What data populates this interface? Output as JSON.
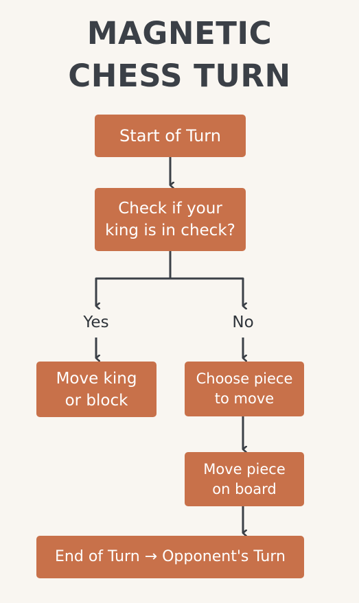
{
  "title": {
    "line1": "MAGNETIC",
    "line2": "CHESS TURN"
  },
  "nodes": {
    "start": "Start of Turn",
    "check": "Check if your\nking is in check?",
    "move_king": "Move king\nor block",
    "choose_piece": "Choose piece\nto move",
    "move_piece": "Move piece\non board",
    "end": "End of Turn → Opponent's Turn"
  },
  "branches": {
    "yes": "Yes",
    "no": "No"
  },
  "colors": {
    "node_fill": "#c8714a",
    "node_text": "#ffffff",
    "connector": "#3b4047",
    "background": "#f9f6f1"
  }
}
